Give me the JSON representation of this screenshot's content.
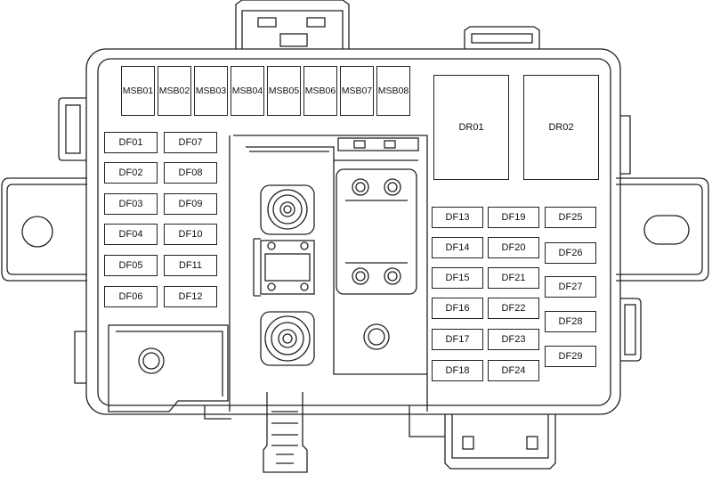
{
  "fuse_box": {
    "msb": [
      {
        "label": "MSB01"
      },
      {
        "label": "MSB02"
      },
      {
        "label": "MSB03"
      },
      {
        "label": "MSB04"
      },
      {
        "label": "MSB05"
      },
      {
        "label": "MSB06"
      },
      {
        "label": "MSB07"
      },
      {
        "label": "MSB08"
      }
    ],
    "relays": [
      {
        "label": "DR01"
      },
      {
        "label": "DR02"
      }
    ],
    "left_fuses": [
      {
        "label": "DF01"
      },
      {
        "label": "DF07"
      },
      {
        "label": "DF02"
      },
      {
        "label": "DF08"
      },
      {
        "label": "DF03"
      },
      {
        "label": "DF09"
      },
      {
        "label": "DF04"
      },
      {
        "label": "DF10"
      },
      {
        "label": "DF05"
      },
      {
        "label": "DF11"
      },
      {
        "label": "DF06"
      },
      {
        "label": "DF12"
      }
    ],
    "right_col1": [
      {
        "label": "DF13"
      },
      {
        "label": "DF14"
      },
      {
        "label": "DF15"
      },
      {
        "label": "DF16"
      },
      {
        "label": "DF17"
      },
      {
        "label": "DF18"
      }
    ],
    "right_col2": [
      {
        "label": "DF19"
      },
      {
        "label": "DF20"
      },
      {
        "label": "DF21"
      },
      {
        "label": "DF22"
      },
      {
        "label": "DF23"
      },
      {
        "label": "DF24"
      }
    ],
    "right_col3": [
      {
        "label": "DF25"
      },
      {
        "label": "DF26"
      },
      {
        "label": "DF27"
      },
      {
        "label": "DF28"
      },
      {
        "label": "DF29"
      }
    ]
  }
}
